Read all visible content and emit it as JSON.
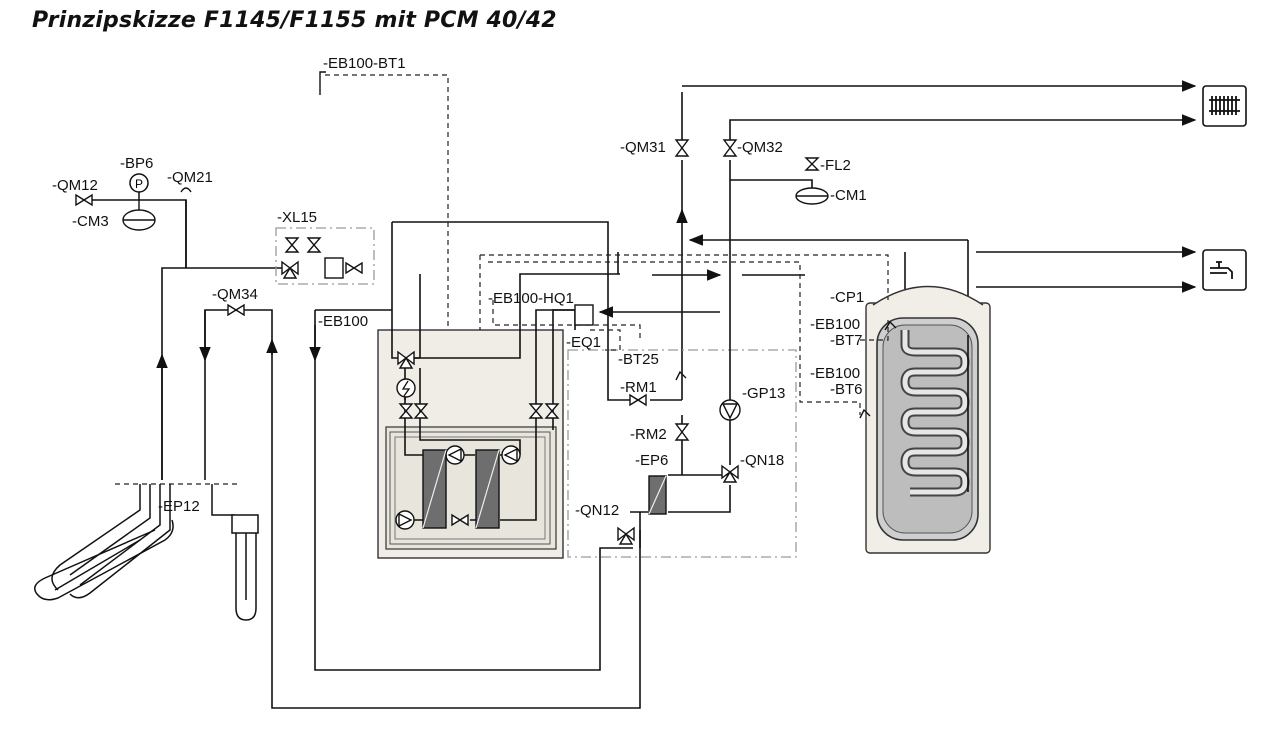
{
  "title": "Prinzipskizze F1145/F1155 mit PCM 40/42",
  "labels": {
    "eb100_bt1": "-EB100-BT1",
    "bp6": "-BP6",
    "qm12": "-QM12",
    "qm21": "-QM21",
    "cm3": "-CM3",
    "xl15": "-XL15",
    "qm34": "-QM34",
    "eb100_left": "-EB100",
    "eb100_hq1": "-EB100-HQ1",
    "eq1": "-EQ1",
    "bt25": "-BT25",
    "rm1": "-RM1",
    "qm31": "-QM31",
    "qm32": "-QM32",
    "fl2": "-FL2",
    "cm1": "-CM1",
    "gp13": "-GP13",
    "rm2": "-RM2",
    "ep6": "-EP6",
    "qn18": "-QN18",
    "qn12": "-QN12",
    "cp1": "-CP1",
    "eb100_a": "-EB100",
    "bt7": "-BT7",
    "eb100_b": "-EB100",
    "bt6": "-BT6",
    "ep12": "-EP12",
    "pressure_symbol": "P"
  },
  "icons": [
    "radiator-icon",
    "tap-icon",
    "pump-icon",
    "valve-icon",
    "expansion-vessel-icon",
    "heat-exchanger-icon",
    "water-heater-tank-icon"
  ]
}
